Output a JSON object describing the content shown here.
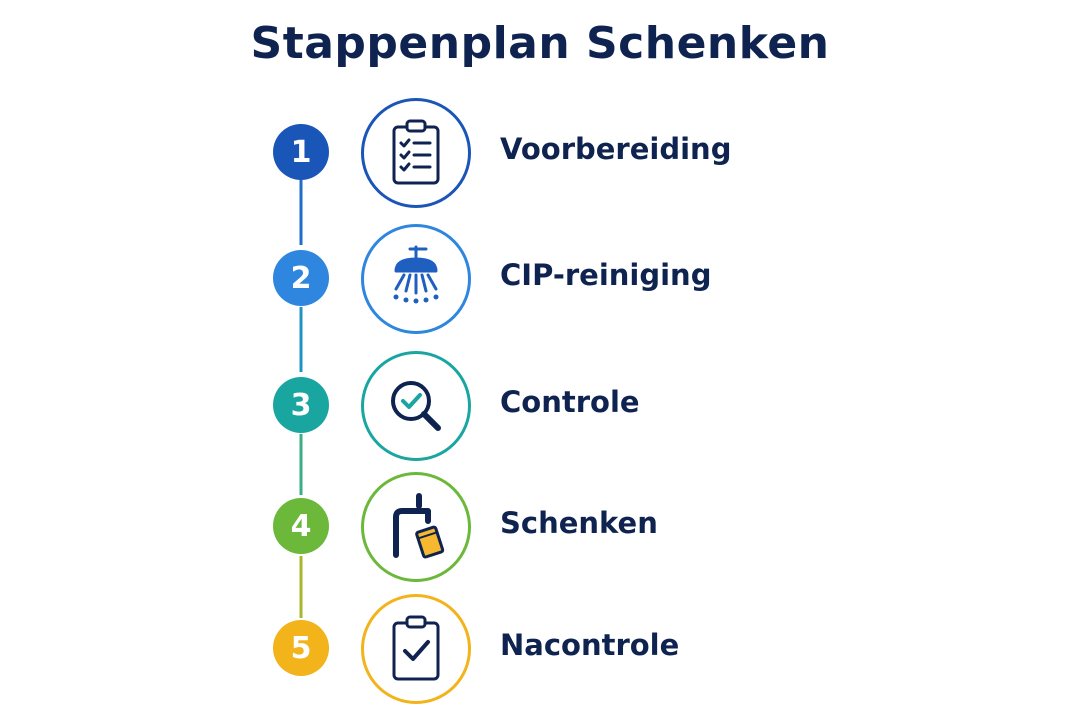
{
  "title": "Stappenplan Schenken",
  "steps": [
    {
      "number": "1",
      "label": "Voorbereiding",
      "color": "#1a56b8",
      "icon": "clipboard-checklist-icon"
    },
    {
      "number": "2",
      "label": "CIP-reiniging",
      "color": "#2e86de",
      "icon": "cleaning-spray-icon"
    },
    {
      "number": "3",
      "label": "Controle",
      "color": "#1aa6a0",
      "icon": "magnifier-check-icon"
    },
    {
      "number": "4",
      "label": "Schenken",
      "color": "#6bb83a",
      "icon": "beer-tap-icon"
    },
    {
      "number": "5",
      "label": "Nacontrole",
      "color": "#f2b31b",
      "icon": "clipboard-check-icon"
    }
  ],
  "colors": {
    "navy": "#0f2350",
    "beer": "#f5b82e"
  }
}
